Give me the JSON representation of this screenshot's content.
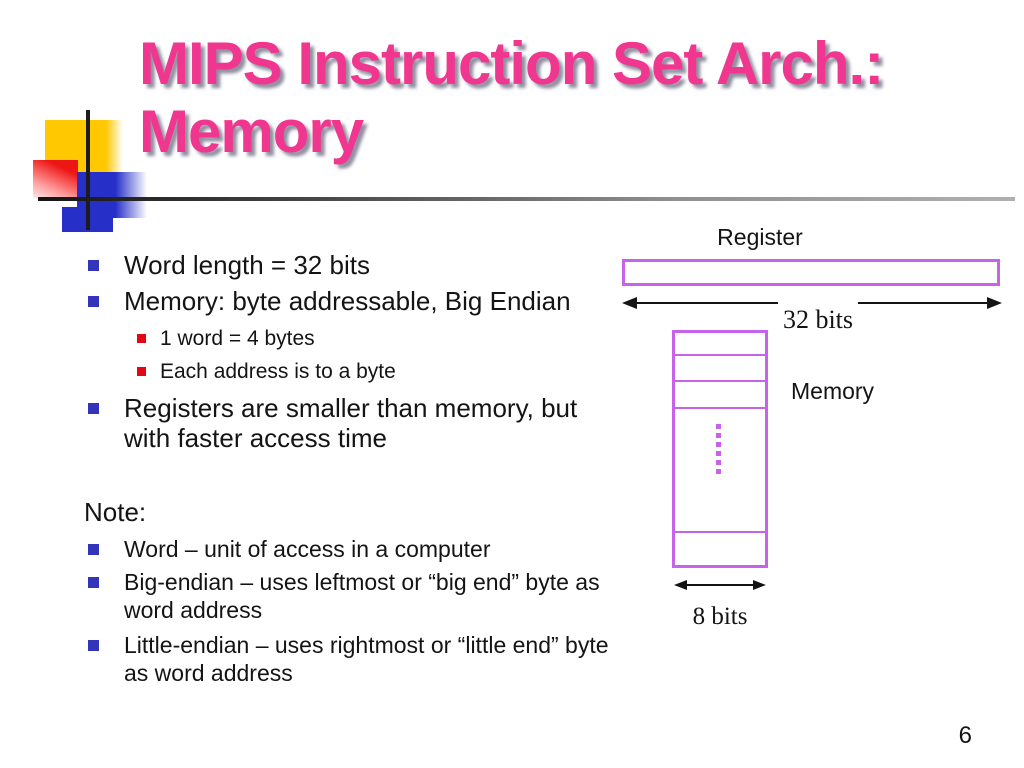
{
  "slide": {
    "title": "MIPS Instruction Set Arch.:\nMemory",
    "page_number": "6"
  },
  "bullets": {
    "items": [
      {
        "level": 1,
        "text": "Word length = 32 bits"
      },
      {
        "level": 1,
        "text": "Memory: byte addressable, Big Endian"
      },
      {
        "level": 2,
        "text": "1 word = 4 bytes"
      },
      {
        "level": 2,
        "text": "Each address is to a byte"
      },
      {
        "level": 1,
        "text": "Registers are smaller than memory, but with faster access time"
      }
    ],
    "note_heading": "Note:",
    "note_items": [
      {
        "text": "Word – unit of access in a computer"
      },
      {
        "text": "Big-endian – uses leftmost or “big end” byte as word address"
      },
      {
        "text": "Little-endian – uses rightmost or “little end” byte as word address"
      }
    ]
  },
  "diagram": {
    "register_label": "Register",
    "register_width_label": "32 bits",
    "memory_label": "Memory",
    "memory_width_label": "8 bits"
  },
  "colors": {
    "title_pink": "#f0368f",
    "diagram_border_purple": "#c763e8",
    "bullet_blue": "#3434bb",
    "bullet_red": "#e30613",
    "accent_yellow": "#ffc800",
    "accent_blue": "#2630c8",
    "accent_red": "#ee1515"
  }
}
